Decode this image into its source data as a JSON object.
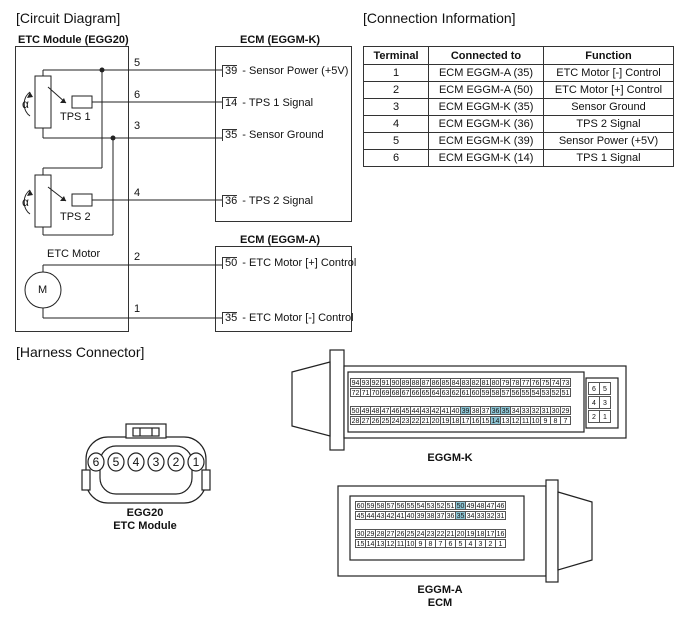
{
  "sections": {
    "circuit": "[Circuit Diagram]",
    "connection": "[Connection Information]",
    "harness": "[Harness Connector]"
  },
  "etc_module": {
    "title": "ETC Module (EGG20)",
    "tps1": "TPS 1",
    "tps2": "TPS 2",
    "motor_title": "ETC Motor",
    "motor_symbol": "M",
    "alpha": "α"
  },
  "wires": [
    "5",
    "6",
    "3",
    "4",
    "2",
    "1"
  ],
  "ecm_k": {
    "title": "ECM (EGGM-K)",
    "terms": [
      {
        "pin": "39",
        "label": " - Sensor Power (+5V)"
      },
      {
        "pin": "14",
        "label": " - TPS 1 Signal"
      },
      {
        "pin": "35",
        "label": " - Sensor Ground"
      },
      {
        "pin": "36",
        "label": " - TPS 2 Signal"
      }
    ]
  },
  "ecm_a": {
    "title": "ECM (EGGM-A)",
    "terms": [
      {
        "pin": "50",
        "label": " - ETC Motor [+] Control"
      },
      {
        "pin": "35",
        "label": " - ETC Motor [-] Control"
      }
    ]
  },
  "table": {
    "headers": [
      "Terminal",
      "Connected to",
      "Function"
    ],
    "rows": [
      [
        "1",
        "ECM EGGM-A (35)",
        "ETC Motor [-] Control"
      ],
      [
        "2",
        "ECM EGGM-A (50)",
        "ETC Motor [+] Control"
      ],
      [
        "3",
        "ECM EGGM-K (35)",
        "Sensor Ground"
      ],
      [
        "4",
        "ECM EGGM-K (36)",
        "TPS 2 Signal"
      ],
      [
        "5",
        "ECM EGGM-K (39)",
        "Sensor Power (+5V)"
      ],
      [
        "6",
        "ECM EGGM-K (14)",
        "TPS 1 Signal"
      ]
    ]
  },
  "egg20": {
    "pins": [
      "6",
      "5",
      "4",
      "3",
      "2",
      "1"
    ],
    "caption1": "EGG20",
    "caption2": "ETC Module"
  },
  "eggm_k": {
    "caption": "EGGM-K",
    "rows": [
      [
        "94",
        "93",
        "92",
        "91",
        "90",
        "89",
        "88",
        "87",
        "86",
        "85",
        "84",
        "83",
        "82",
        "81",
        "80",
        "79",
        "78",
        "77",
        "76",
        "75",
        "74",
        "73"
      ],
      [
        "72",
        "71",
        "70",
        "69",
        "68",
        "67",
        "66",
        "65",
        "64",
        "63",
        "62",
        "61",
        "60",
        "59",
        "58",
        "57",
        "56",
        "55",
        "54",
        "53",
        "52",
        "51"
      ],
      [
        "50",
        "49",
        "48",
        "47",
        "46",
        "45",
        "44",
        "43",
        "42",
        "41",
        "40",
        "39",
        "38",
        "37",
        "36",
        "35",
        "34",
        "33",
        "32",
        "31",
        "30",
        "29"
      ],
      [
        "28",
        "27",
        "26",
        "25",
        "24",
        "23",
        "22",
        "21",
        "20",
        "19",
        "18",
        "17",
        "16",
        "15",
        "14",
        "13",
        "12",
        "11",
        "10",
        "9",
        "8",
        "7"
      ]
    ],
    "side": [
      [
        "6",
        "5"
      ],
      [
        "4",
        "3"
      ],
      [
        "2",
        "1"
      ]
    ],
    "highlight": [
      "39",
      "36",
      "35",
      "14"
    ]
  },
  "eggm_a": {
    "caption1": "EGGM-A",
    "caption2": "ECM",
    "rows": [
      [
        "60",
        "59",
        "58",
        "57",
        "56",
        "55",
        "54",
        "53",
        "52",
        "51",
        "50",
        "49",
        "48",
        "47",
        "46"
      ],
      [
        "45",
        "44",
        "43",
        "42",
        "41",
        "40",
        "39",
        "38",
        "37",
        "36",
        "35",
        "34",
        "33",
        "32",
        "31"
      ],
      [
        "30",
        "29",
        "28",
        "27",
        "26",
        "25",
        "24",
        "23",
        "22",
        "21",
        "20",
        "19",
        "18",
        "17",
        "16"
      ],
      [
        "15",
        "14",
        "13",
        "12",
        "11",
        "10",
        "9",
        "8",
        "7",
        "6",
        "5",
        "4",
        "3",
        "2",
        "1"
      ]
    ],
    "highlight": [
      "50",
      "35"
    ]
  }
}
